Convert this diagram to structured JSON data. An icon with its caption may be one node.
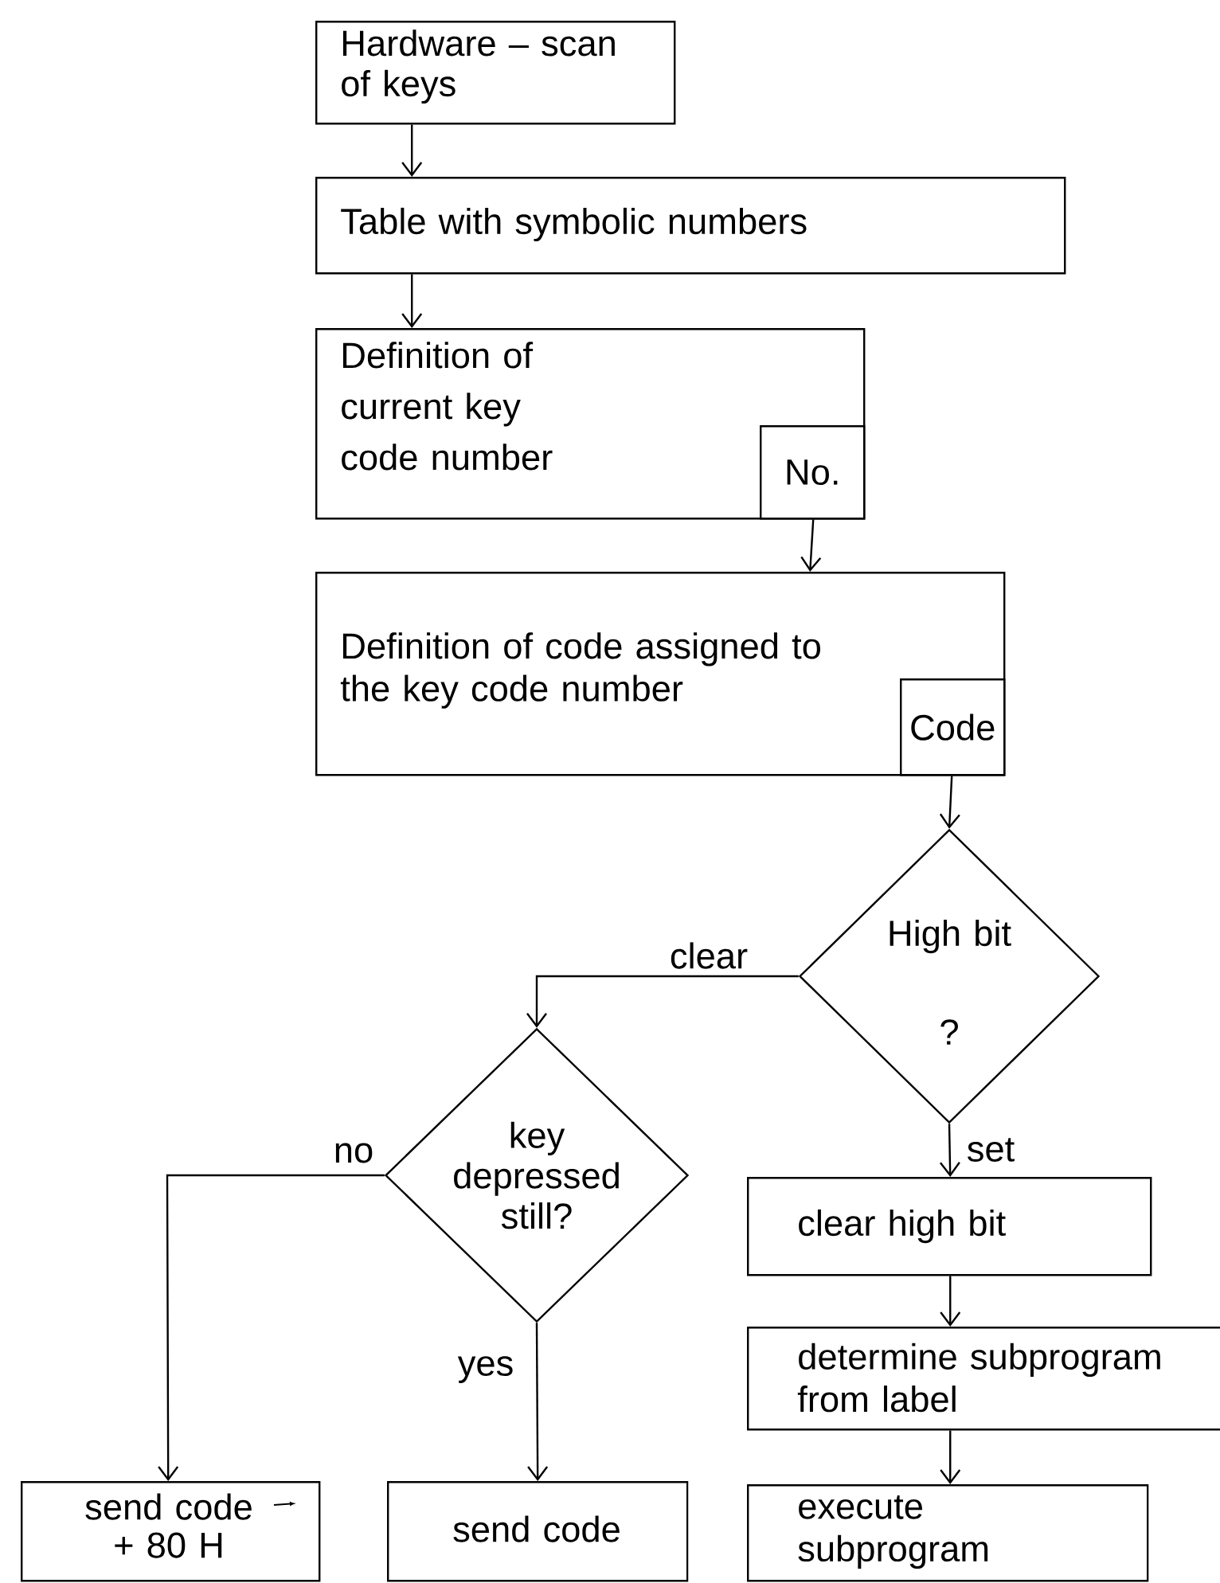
{
  "diagram": {
    "nodes": [
      {
        "text": [
          "Hardware – scan of keys"
        ]
      },
      {
        "text": [
          "Table with symbolic numbers"
        ]
      },
      {
        "text": [
          "Definition of current key code number"
        ]
      },
      {
        "text": [
          "No."
        ],
        "in": 2
      },
      {
        "text": [
          "Definition of code assigned to the key code number"
        ]
      },
      {
        "text": [
          "Code"
        ],
        "in": 4
      },
      {
        "text": [
          "High bit",
          "?"
        ]
      },
      {
        "text": [
          "key depressed still?"
        ]
      },
      {
        "text": [
          "clear high bit"
        ]
      },
      {
        "text": [
          "determine subprogram from label"
        ]
      },
      {
        "text": [
          "execute subprogram"
        ]
      },
      {
        "text": [
          "send code + 80 H"
        ]
      },
      {
        "text": [
          "send code"
        ]
      }
    ],
    "edges": [
      {
        "from": 0,
        "to": 1,
        "arrow": "to"
      },
      {
        "from": 1,
        "to": 2,
        "arrow": "to"
      },
      {
        "from": 3,
        "to": 4,
        "arrow": "to"
      },
      {
        "from": 5,
        "to": 6,
        "arrow": "to"
      },
      {
        "from": 6,
        "to": 7,
        "arrow": "to",
        "label": "clear"
      },
      {
        "from": 6,
        "to": 8,
        "arrow": "to",
        "label": "set"
      },
      {
        "from": 7,
        "to": 11,
        "arrow": "to",
        "label": "no"
      },
      {
        "from": 7,
        "to": 12,
        "arrow": "to",
        "label": "yes"
      },
      {
        "from": 8,
        "to": 9,
        "arrow": "to"
      },
      {
        "from": 9,
        "to": 10,
        "arrow": "to"
      }
    ]
  }
}
